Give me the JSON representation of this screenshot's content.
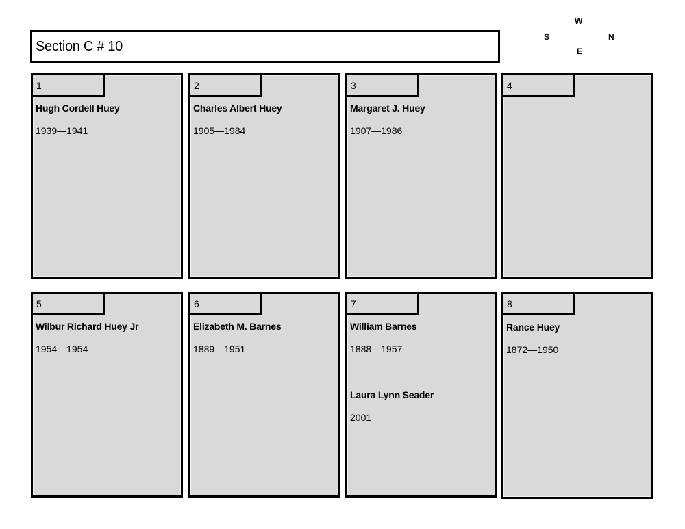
{
  "header": {
    "title": "Section C # 10"
  },
  "compass": {
    "west": "W",
    "south": "S",
    "north": "N",
    "east": "E"
  },
  "plots": [
    {
      "number": "1",
      "entries": [
        {
          "name": "Hugh Cordell Huey",
          "dates": "1939—1941"
        }
      ]
    },
    {
      "number": "2",
      "entries": [
        {
          "name": "Charles Albert Huey",
          "dates": "1905—1984"
        }
      ]
    },
    {
      "number": "3",
      "entries": [
        {
          "name": "Margaret J. Huey",
          "dates": "1907—1986"
        }
      ]
    },
    {
      "number": "4",
      "entries": []
    },
    {
      "number": "5",
      "entries": [
        {
          "name": "Wilbur Richard Huey Jr",
          "dates": "1954—1954"
        }
      ]
    },
    {
      "number": "6",
      "entries": [
        {
          "name": "Elizabeth M. Barnes",
          "dates": "1889—1951"
        }
      ]
    },
    {
      "number": "7",
      "entries": [
        {
          "name": "William Barnes",
          "dates": "1888—1957"
        },
        {
          "name": "Laura Lynn Seader",
          "dates": "2001"
        }
      ]
    },
    {
      "number": "8",
      "entries": [
        {
          "name": "Rance Huey",
          "dates": "1872—1950"
        }
      ]
    }
  ],
  "colors": {
    "plot_fill": "#d9d9d9",
    "border": "#000000",
    "background": "#ffffff"
  }
}
